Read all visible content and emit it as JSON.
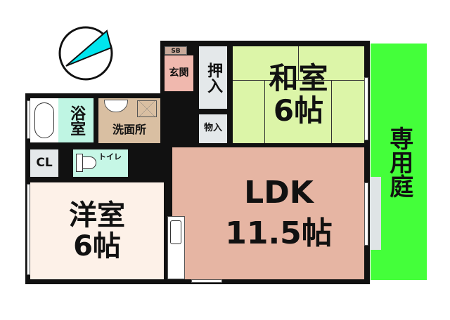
{
  "compass": {
    "icon": "north-arrow-icon",
    "color": "#00e5ee"
  },
  "rooms": {
    "washitsu": {
      "name": "和室",
      "size": "6帖",
      "color": "#dcf5a8"
    },
    "oshiire": {
      "name": "押入",
      "color": "#e4e8ea"
    },
    "monoire": {
      "name": "物入",
      "color": "#e4e8ea"
    },
    "sb": {
      "name": "SB",
      "color": "#c9a99a"
    },
    "genkan": {
      "name": "玄関",
      "color": "#f0b8ae"
    },
    "hall": {
      "color": "#f8f0b0"
    },
    "yokushitsu": {
      "name": "浴室",
      "color": "#bff5e3"
    },
    "senmenjo": {
      "name": "洗面所",
      "color": "#d9bfa2"
    },
    "toilet": {
      "name": "トイレ",
      "color": "#c6f7e6"
    },
    "cl": {
      "name": "CL",
      "color": "#e4e8ea"
    },
    "yoshitsu": {
      "name": "洋室",
      "size": "6帖",
      "color": "#fdf1e8"
    },
    "ldk": {
      "name": "LDK",
      "size": "11.5帖",
      "color": "#e6b5a3"
    },
    "garden": {
      "name": "専用庭",
      "color": "#44ff3a"
    }
  }
}
